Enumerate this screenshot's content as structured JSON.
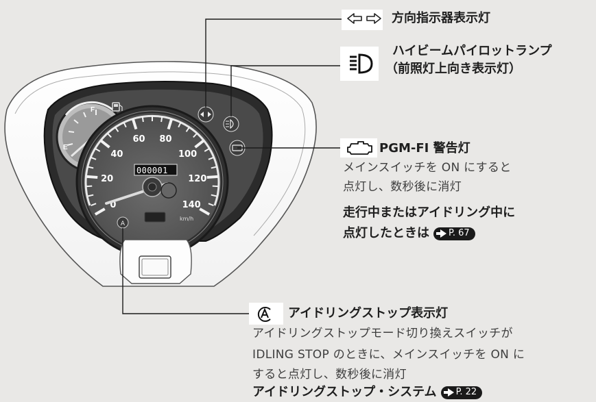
{
  "indicators": {
    "turn": {
      "icon": "turn-signal-arrows-icon",
      "title": "方向指示器表示灯"
    },
    "highbeam": {
      "icon": "high-beam-icon",
      "title_line1": "ハイビームパイロットランプ",
      "title_line2": "（前照灯上向き表示灯）"
    },
    "pgmfi": {
      "icon": "engine-check-icon",
      "title": "PGM-FI 警告灯",
      "desc_line1": "メインスイッチを ON にすると",
      "desc_line2": "点灯し、数秒後に消灯",
      "warn_line1": "走行中またはアイドリング中に",
      "warn_line2": "点灯したときは",
      "page_ref": "P. 67"
    },
    "idling": {
      "icon": "idling-stop-a-icon",
      "title": "アイドリングストップ表示灯",
      "desc_line1": "アイドリングストップモード切り換えスイッチが",
      "desc_line2": "IDLING STOP のときに、メインスイッチを ON に",
      "desc_line3": "すると点灯し、数秒後に消灯",
      "system_label": "アイドリングストップ・システム",
      "page_ref": "P. 22"
    }
  },
  "gauge": {
    "speed_ticks": [
      "0",
      "20",
      "40",
      "60",
      "80",
      "100",
      "120",
      "140"
    ],
    "unit": "km/h",
    "odometer": "000001",
    "fuel_full": "F",
    "fuel_empty": "E"
  },
  "colors": {
    "cluster_outer": "#2b2b2b",
    "speedo_face": "#5e5e5e",
    "needle": "#d8d8d8",
    "background": "#e9e8e6"
  }
}
